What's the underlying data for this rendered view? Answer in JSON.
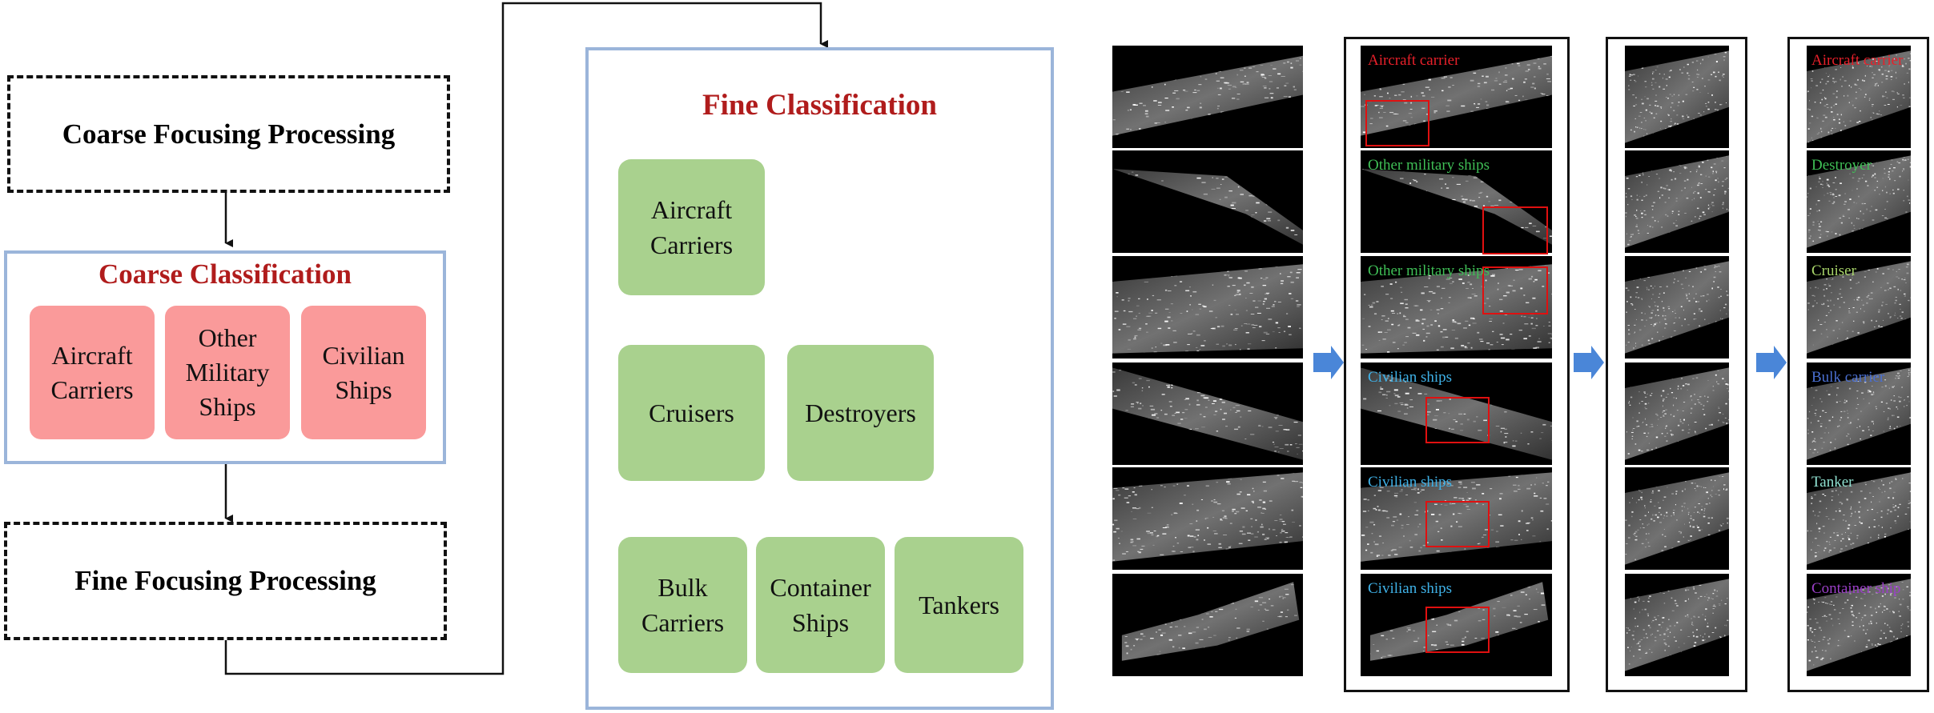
{
  "flow": {
    "coarse_focusing": "Coarse Focusing Processing",
    "coarse_classification": {
      "title": "Coarse Classification",
      "items": [
        "Aircraft\nCarriers",
        "Other\nMilitary\nShips",
        "Civilian\nShips"
      ]
    },
    "fine_focusing": "Fine Focusing  Processing"
  },
  "fine_classification": {
    "title": "Fine Classification",
    "items": [
      "Aircraft\nCarriers",
      "Cruisers",
      "Destroyers",
      "Bulk\nCarriers",
      "Container\nShips",
      "Tankers"
    ]
  },
  "stage2_labels": [
    {
      "text": "Aircraft  carrier",
      "color": "#e8202a"
    },
    {
      "text": "Other military  ships",
      "color": "#3fbf56"
    },
    {
      "text": "Other military  ships",
      "color": "#3fbf56"
    },
    {
      "text": "Civilian ships",
      "color": "#3fb2e8"
    },
    {
      "text": "Civilian ships",
      "color": "#3fb2e8"
    },
    {
      "text": "Civilian ships",
      "color": "#3fb2e8"
    }
  ],
  "stage4_labels": [
    {
      "text": "Aircraft  carrier",
      "color": "#e8202a"
    },
    {
      "text": "Destroyer",
      "color": "#3fbf56"
    },
    {
      "text": "Cruiser",
      "color": "#a9d66a"
    },
    {
      "text": "Bulk carrier",
      "color": "#4a6fd0"
    },
    {
      "text": "Tanker",
      "color": "#8fe0d0"
    },
    {
      "text": "Container  ship",
      "color": "#9b3fc8"
    }
  ],
  "colors": {
    "accent_red": "#b01c1c",
    "panel_border": "#9bb5da",
    "arrow_blue": "#4a86d8",
    "pink": "#fa9a9a",
    "green": "#a9d18e"
  }
}
